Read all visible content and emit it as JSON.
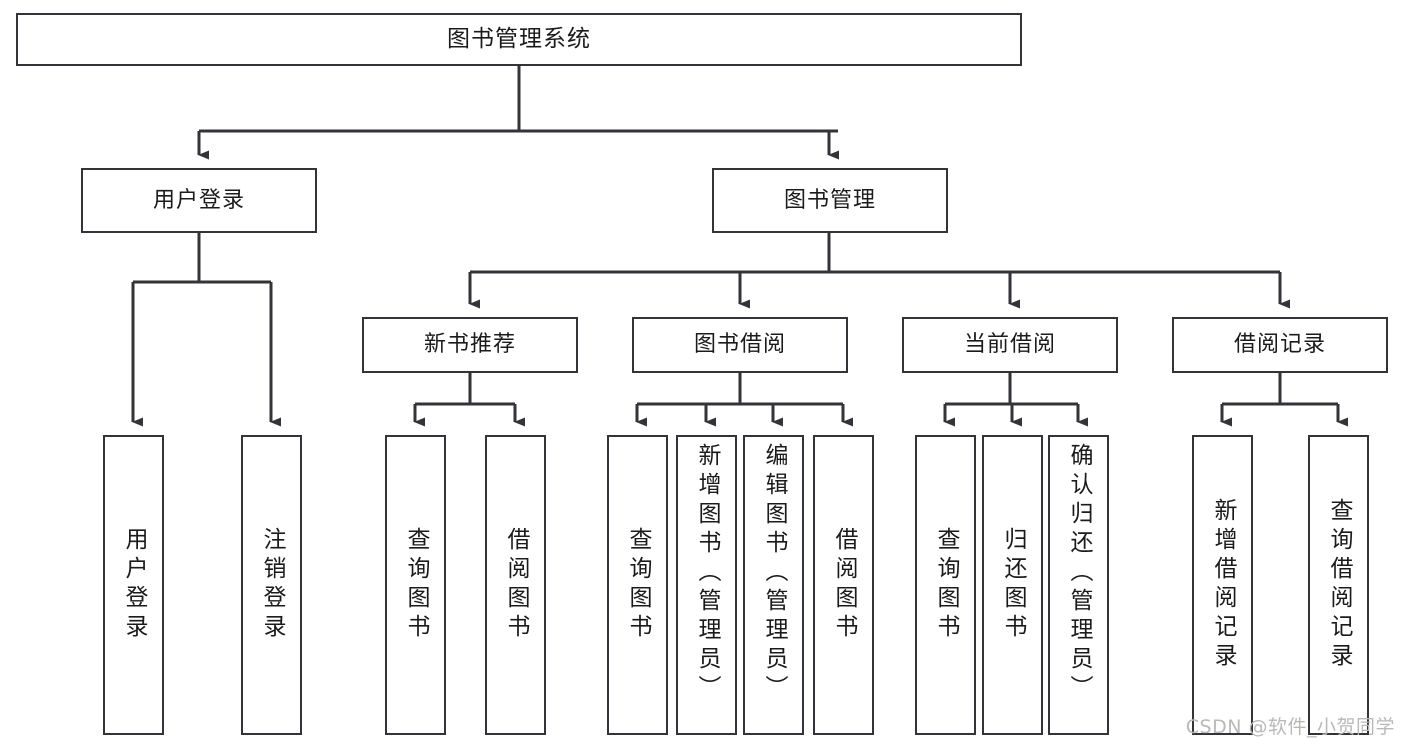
{
  "diagram": {
    "title": "图书管理系统",
    "type": "tree-hierarchy-chart",
    "colors": {
      "box_border": "#33333a",
      "box_fill": "#ffffff",
      "connector": "#33333a",
      "text": "#1b1b1b",
      "watermark": "#b9b9b9",
      "background": "#ffffff"
    },
    "root": {
      "label": "图书管理系统"
    },
    "level2": [
      {
        "label": "用户登录"
      },
      {
        "label": "图书管理"
      }
    ],
    "level3": [
      {
        "label": "新书推荐"
      },
      {
        "label": "图书借阅"
      },
      {
        "label": "当前借阅"
      },
      {
        "label": "借阅记录"
      }
    ],
    "leaves": {
      "user_login": [
        {
          "label": "用户登录"
        },
        {
          "label": "注销登录"
        }
      ],
      "new_book_recommend": [
        {
          "label": "查询图书"
        },
        {
          "label": "借阅图书"
        }
      ],
      "book_borrow": [
        {
          "label": "查询图书"
        },
        {
          "label": "新增图书（管理员）"
        },
        {
          "label": "编辑图书（管理员）"
        },
        {
          "label": "借阅图书"
        }
      ],
      "current_borrow": [
        {
          "label": "查询图书"
        },
        {
          "label": "归还图书"
        },
        {
          "label": "确认归还（管理员）"
        }
      ],
      "borrow_record": [
        {
          "label": "新增借阅记录"
        },
        {
          "label": "查询借阅记录"
        }
      ]
    }
  },
  "watermark": {
    "text": "CSDN @软件_小贺同学"
  }
}
